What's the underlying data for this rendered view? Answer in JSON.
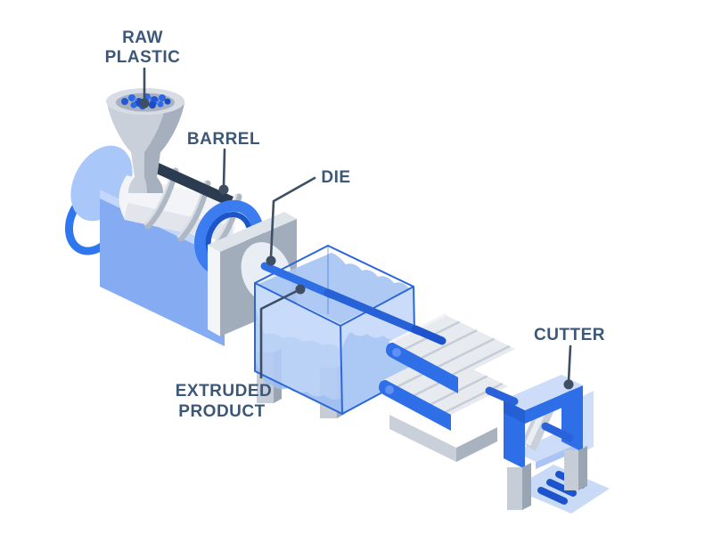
{
  "diagram": {
    "labels": [
      {
        "id": "raw-plastic",
        "lines": [
          "RAW",
          "PLASTIC"
        ]
      },
      {
        "id": "barrel",
        "lines": [
          "BARREL"
        ]
      },
      {
        "id": "die",
        "lines": [
          "DIE"
        ]
      },
      {
        "id": "extruded-product",
        "lines": [
          "EXTRUDED",
          "PRODUCT"
        ]
      },
      {
        "id": "cutter",
        "lines": [
          "CUTTER"
        ]
      }
    ],
    "colors": {
      "label_text": "#3d5778",
      "leader_line": "#3e4f64",
      "accent_blue": "#2e6fe8",
      "deep_blue": "#1d53cc",
      "light_blue": "#a9c7f8",
      "pale_blue": "#cddcf9",
      "water_blue": "#aec9f5",
      "steel_gray": "#c6cdd7",
      "dark_slate": "#2c3c50"
    }
  }
}
